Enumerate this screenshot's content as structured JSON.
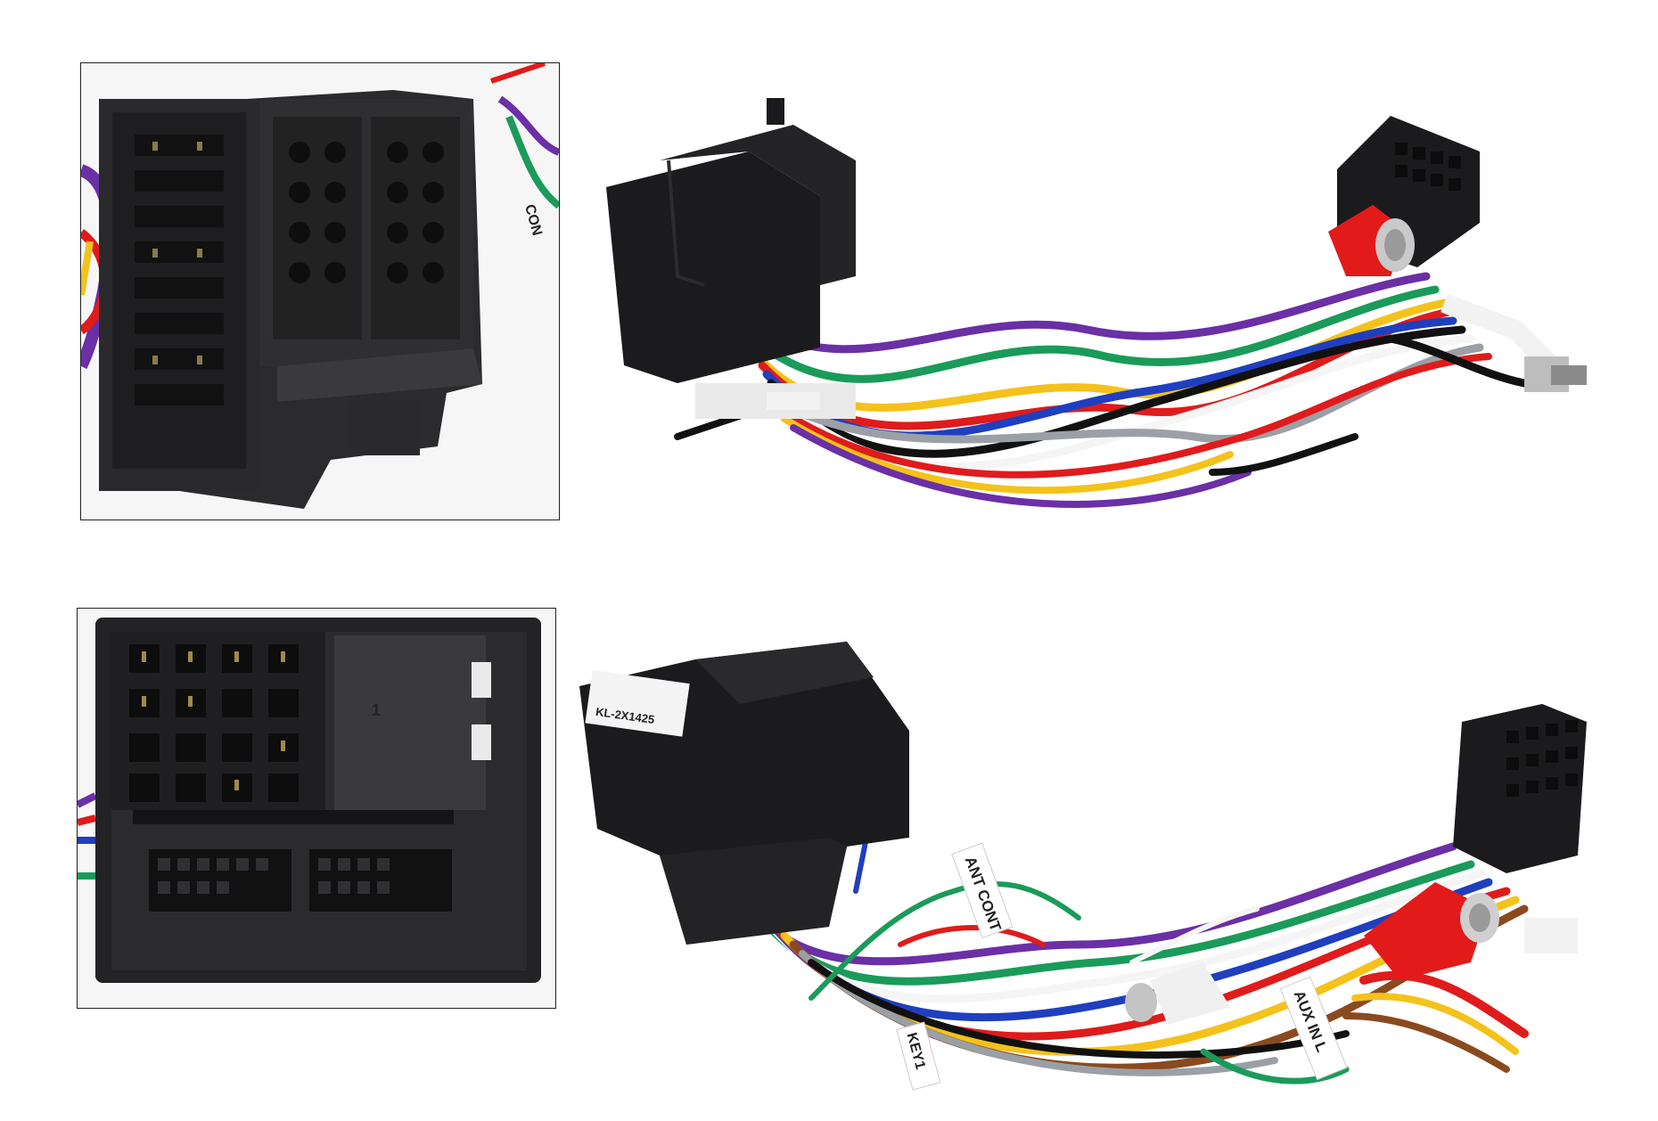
{
  "photo_tiles": {
    "top_left": {
      "name": "iso-connector-closeup",
      "partial_text": "CON"
    },
    "top_right": {
      "name": "iso-harness-photo"
    },
    "bottom_left": {
      "name": "quadlock-connector-closeup",
      "mark": "1"
    },
    "bottom_right": {
      "name": "quadlock-harness-photo",
      "sticker_text": "KL-2X1425",
      "wire_labels": [
        "ANT CONT",
        "AUX IN L",
        "KEY1"
      ]
    }
  },
  "colors": {
    "connector_black": "#1b1b1d",
    "frame_border": "#222222",
    "rca_red": "#e21a1a",
    "rca_white": "#f2f2f2",
    "wire_colors": [
      "#e01b1b",
      "#f4c21b",
      "#1f3fbf",
      "#6b2fa6",
      "#1a9b5a",
      "#111111",
      "#f5f5f5",
      "#8a4a1f",
      "#9aa0a6"
    ]
  }
}
